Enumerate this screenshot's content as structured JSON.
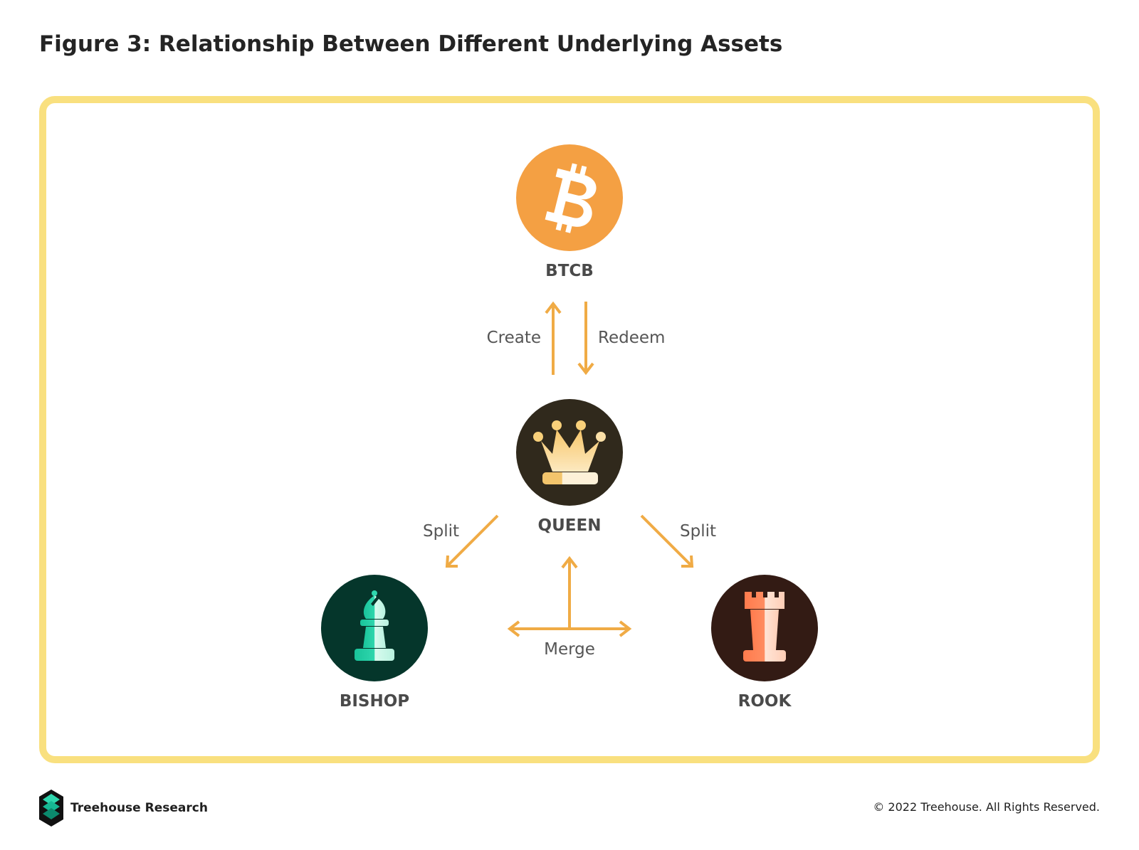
{
  "title": "Figure 3: Relationship Between Different Underlying Assets",
  "colors": {
    "frame": "#f9e07f",
    "arrow": "#f0ab45",
    "btcb_bg": "#f4a043",
    "queen_bg": "#30291c",
    "bishop_bg": "#05362b",
    "rook_bg": "#331b14"
  },
  "nodes": {
    "btcb": {
      "label": "BTCB",
      "icon": "bitcoin-icon"
    },
    "queen": {
      "label": "QUEEN",
      "icon": "crown-icon"
    },
    "bishop": {
      "label": "BISHOP",
      "icon": "bishop-chess-icon"
    },
    "rook": {
      "label": "ROOK",
      "icon": "rook-chess-icon"
    }
  },
  "edges": {
    "create": "Create",
    "redeem": "Redeem",
    "split_left": "Split",
    "split_right": "Split",
    "merge": "Merge"
  },
  "footer": {
    "brand": "Treehouse Research",
    "brand_icon": "treehouse-logo-icon",
    "copyright": "© 2022 Treehouse. All Rights Reserved."
  }
}
